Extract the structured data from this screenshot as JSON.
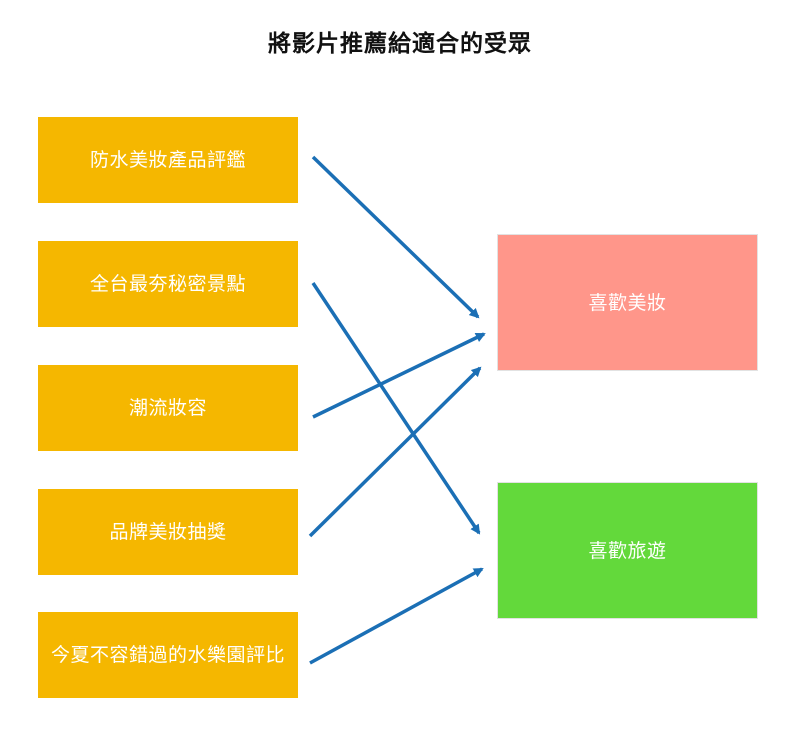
{
  "title": "將影片推薦給適合的受眾",
  "colors": {
    "source_fill": "#f5b700",
    "arrow": "#1b6fb5"
  },
  "sources": [
    {
      "id": "s1",
      "label": "防水美妝產品評鑑"
    },
    {
      "id": "s2",
      "label": "全台最夯秘密景點"
    },
    {
      "id": "s3",
      "label": "潮流妝容"
    },
    {
      "id": "s4",
      "label": "品牌美妝抽獎"
    },
    {
      "id": "s5",
      "label": "今夏不容錯過的水樂園評比"
    }
  ],
  "targets": [
    {
      "id": "t1",
      "label": "喜歡美妝",
      "color": "#ff968a"
    },
    {
      "id": "t2",
      "label": "喜歡旅遊",
      "color": "#63d93b"
    }
  ],
  "connections": [
    {
      "from": "s1",
      "to": "t1"
    },
    {
      "from": "s2",
      "to": "t2"
    },
    {
      "from": "s3",
      "to": "t1"
    },
    {
      "from": "s4",
      "to": "t1"
    },
    {
      "from": "s5",
      "to": "t2"
    }
  ]
}
